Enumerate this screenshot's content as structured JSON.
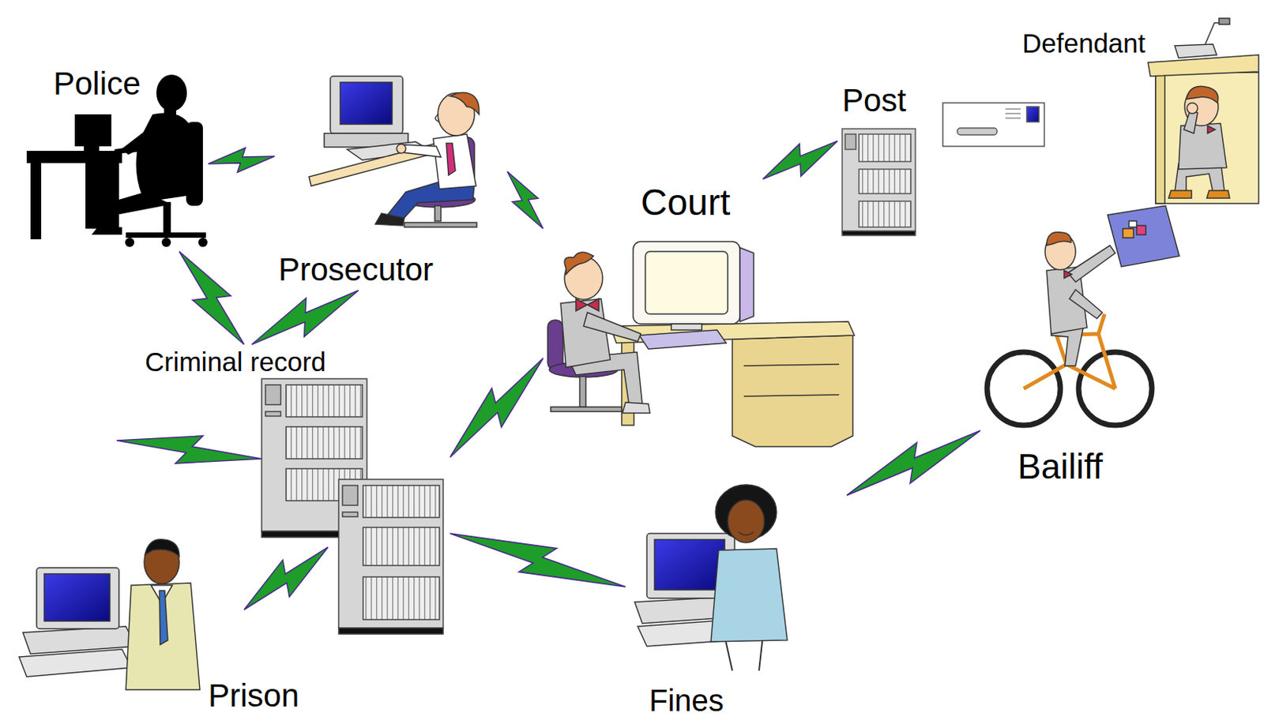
{
  "diagram": {
    "nodes": [
      {
        "text": [
          "Police"
        ]
      },
      {
        "text": [
          "Prosecutor"
        ]
      },
      {
        "text": [
          "Court"
        ]
      },
      {
        "text": [
          "Post"
        ]
      },
      {
        "text": [
          "Defendant"
        ]
      },
      {
        "text": [
          "Criminal record"
        ]
      },
      {
        "text": [
          "Bailiff"
        ]
      },
      {
        "text": [
          "Prison"
        ]
      },
      {
        "text": [
          "Fines"
        ]
      }
    ],
    "edges": [
      {
        "from": 0,
        "to": 1,
        "arrow": "none"
      },
      {
        "from": 1,
        "to": 2,
        "arrow": "none"
      },
      {
        "from": 0,
        "to": 5,
        "arrow": "none"
      },
      {
        "from": 1,
        "to": 5,
        "arrow": "none"
      },
      {
        "from": 5,
        "to": 2,
        "arrow": "none"
      },
      {
        "from": 2,
        "to": 3,
        "arrow": "none"
      },
      {
        "from": 5,
        "to": 7,
        "arrow": "none"
      },
      {
        "from": 5,
        "to": 8,
        "arrow": "none"
      },
      {
        "from": 8,
        "to": 6,
        "arrow": "none"
      }
    ]
  }
}
